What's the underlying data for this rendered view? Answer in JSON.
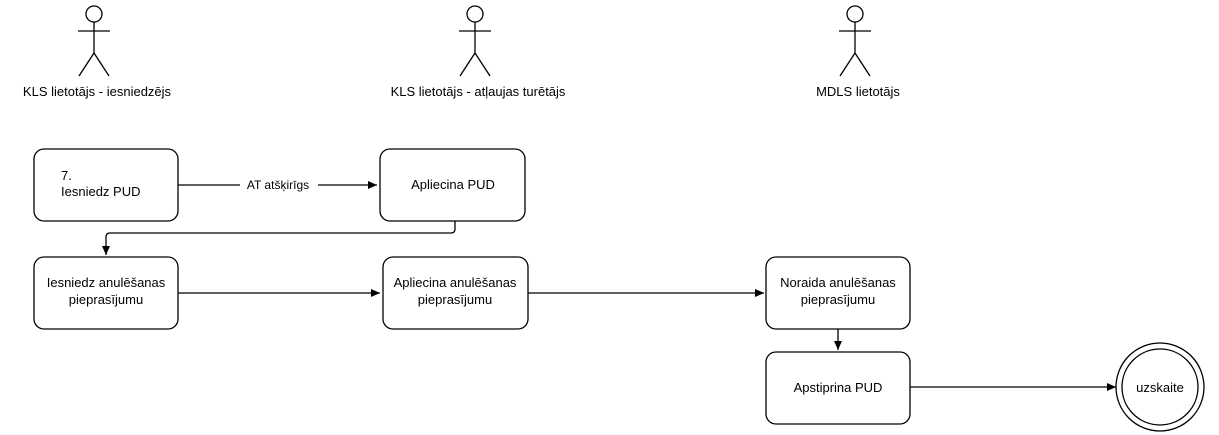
{
  "actors": [
    {
      "id": "actor-submitter",
      "label": "KLS lietotājs - iesniedzējs"
    },
    {
      "id": "actor-holder",
      "label": "KLS lietotājs - atļaujas turētājs"
    },
    {
      "id": "actor-mdls",
      "label": "MDLS lietotājs"
    }
  ],
  "nodes": {
    "submit_pud": {
      "lines": [
        "7.",
        "Iesniedz PUD"
      ]
    },
    "certify_pud": {
      "lines": [
        "Apliecina PUD"
      ]
    },
    "submit_cancel": {
      "lines": [
        "Iesniedz anulēšanas",
        "pieprasījumu"
      ]
    },
    "certify_cancel": {
      "lines": [
        "Apliecina anulēšanas",
        "pieprasījumu"
      ]
    },
    "reject_cancel": {
      "lines": [
        "Noraida anulēšanas",
        "pieprasījumu"
      ]
    },
    "approve_pud": {
      "lines": [
        "Apstiprina PUD"
      ]
    },
    "end_state": {
      "lines": [
        "uzskaite"
      ]
    }
  },
  "edges": [
    {
      "from": "submit_pud",
      "to": "certify_pud",
      "label": "AT atšķirīgs"
    },
    {
      "from": "certify_pud",
      "to": "submit_cancel",
      "label": ""
    },
    {
      "from": "submit_cancel",
      "to": "certify_cancel",
      "label": ""
    },
    {
      "from": "certify_cancel",
      "to": "reject_cancel",
      "label": ""
    },
    {
      "from": "reject_cancel",
      "to": "approve_pud",
      "label": ""
    },
    {
      "from": "approve_pud",
      "to": "end_state",
      "label": ""
    }
  ]
}
